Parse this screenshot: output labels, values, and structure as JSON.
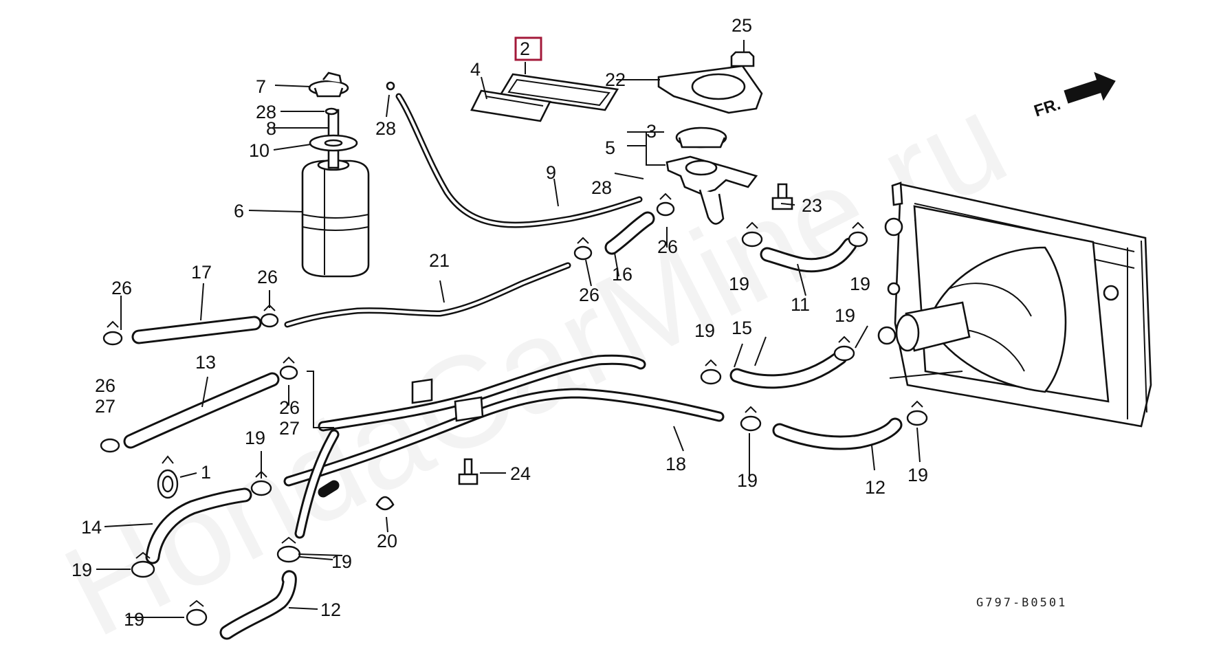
{
  "diagram": {
    "watermark": "HondaCarMine.ru",
    "direction_label": "FR.",
    "diagram_code": "G797-B0501",
    "highlighted_callout": "2",
    "callouts": {
      "c1": "1",
      "c2": "2",
      "c3": "3",
      "c4": "4",
      "c5": "5",
      "c6": "6",
      "c7": "7",
      "c8": "8",
      "c9": "9",
      "c10": "10",
      "c11": "11",
      "c12a": "12",
      "c12b": "12",
      "c13": "13",
      "c14": "14",
      "c15": "15",
      "c16": "16",
      "c17": "17",
      "c18": "18",
      "c19a": "19",
      "c19b": "19",
      "c19c": "19",
      "c19d": "19",
      "c19e": "19",
      "c19f": "19",
      "c19g": "19",
      "c19h": "19",
      "c19i": "19",
      "c19j": "19",
      "c20": "20",
      "c21": "21",
      "c22": "22",
      "c23": "23",
      "c24": "24",
      "c25": "25",
      "c26a": "26",
      "c26b": "26",
      "c26c": "26",
      "c26d": "26",
      "c26e": "26",
      "c26f": "26",
      "c27a": "27",
      "c27b": "27",
      "c28a": "28",
      "c28b": "28",
      "c28c": "28"
    }
  }
}
